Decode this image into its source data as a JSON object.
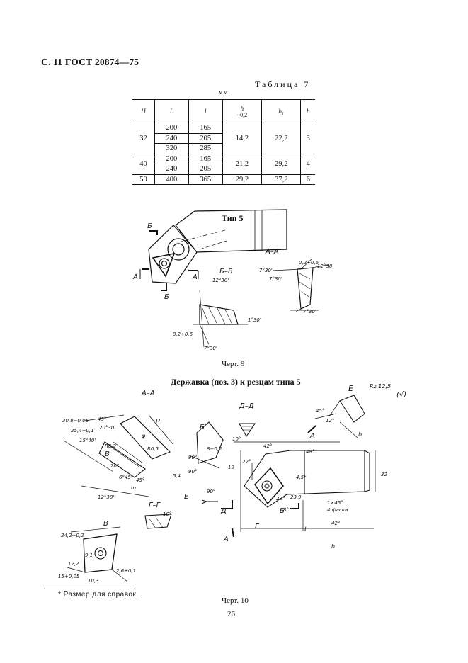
{
  "header": {
    "text": "С. 11 ГОСТ 20874—75"
  },
  "table": {
    "caption": "Таблица 7",
    "unit": "мм",
    "headers": {
      "H": "H",
      "L": "L",
      "l": "l",
      "h": "h",
      "h_tol": "−0,2",
      "b1": "b₁",
      "b": "b"
    },
    "rows": [
      {
        "H": "32",
        "L": "200",
        "l": "165",
        "h": "14,2",
        "b1": "22,2",
        "b": "3"
      },
      {
        "L": "240",
        "l": "205"
      },
      {
        "L": "320",
        "l": "285"
      },
      {
        "H": "40",
        "L": "200",
        "l": "165",
        "h": "21,2",
        "b1": "29,2",
        "b": "4"
      },
      {
        "L": "240",
        "l": "205"
      },
      {
        "H": "50",
        "L": "400",
        "l": "365",
        "h": "29,2",
        "b1": "37,2",
        "b": "6"
      }
    ]
  },
  "figure9": {
    "title": "Тип 5",
    "caption": "Черт. 9",
    "labels": {
      "section_aa": "А–А",
      "section_bb": "Б–Б",
      "a": "А",
      "b": "Б",
      "ang1": "12°30'",
      "ang2": "1°30'",
      "ang3": "7°30'",
      "ang4": "7°30'",
      "ang5": "0,2÷0,6",
      "ang6": "7°30'",
      "ang7": "0,2÷0,6",
      "ang8": "12°30'",
      "ang9": "7°30'"
    }
  },
  "figure10": {
    "title": "Державка (поз. 3) к резцам типа 5",
    "caption": "Черт. 10",
    "labels": {
      "view_e": "Е",
      "roughness": "Rz 12,5",
      "check": "(√)",
      "section_aa": "А–А",
      "section_dd": "Д–Д",
      "view_b": "Б",
      "view_v": "В",
      "section_gg": "Г–Г",
      "e_arrow": "Е",
      "a": "А",
      "d": "Д",
      "g": "Г",
      "b": "Б",
      "v": "В",
      "ang45": "45°",
      "ang12": "12°",
      "b_dim": "b",
      "ang10": "10°",
      "ang42": "42°",
      "ang48": "48°",
      "ang22": "22°",
      "ang90": "90°",
      "ang90b": "90°",
      "ang8": "8°",
      "ang20": "20°",
      "ang42b": "42°",
      "ang10b": "10°",
      "ang45b": "45°",
      "dim19": "19",
      "dim32": "32",
      "dim23": "23,9",
      "dim4": "4,5*",
      "chamfer": "1×45°",
      "chamfer_note": "4 фаски",
      "dim_L": "L",
      "dim_h": "h",
      "aa_30": "30,8−0,05",
      "aa_25": "25,4+0,1",
      "aa_21": "20°30'",
      "aa_15": "15°40'",
      "aa_r": "R0,2",
      "aa_b1": "b₁",
      "aa_h": "H",
      "aa_12": "12*30'",
      "aa_6": "6°45'",
      "aa_r2": "R0,5",
      "aa_45": "45°",
      "aa_phi": "φ",
      "aa_5": "5,4",
      "aa_20": "20°",
      "v_24": "24,2+0,2",
      "v_12": "12,2",
      "v_15": "15+0,05",
      "v_10": "10,3",
      "v_26": "2,6±0,1",
      "v_9": "9,1",
      "b_8": "8−0,2",
      "b_90": "90°"
    }
  },
  "footnote": {
    "text": "* Размер для справок."
  },
  "page_number": "26"
}
